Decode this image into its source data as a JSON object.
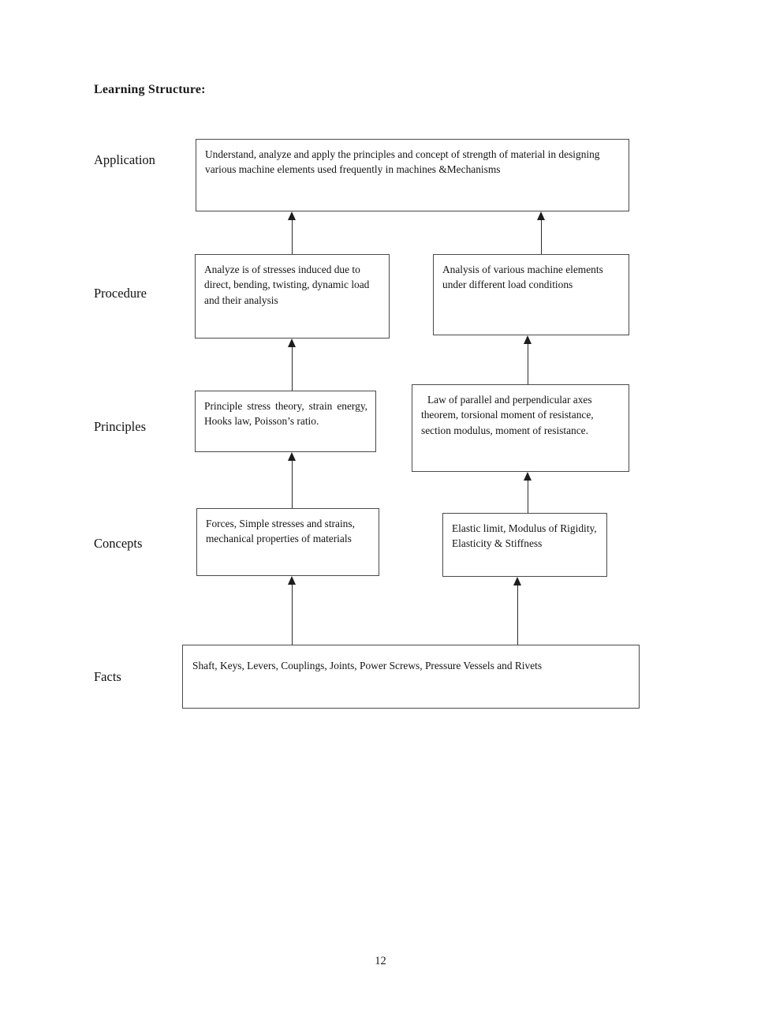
{
  "document": {
    "heading": "Learning Structure:",
    "page_number": "12"
  },
  "levels": [
    {
      "label": "Application"
    },
    {
      "label": "Procedure"
    },
    {
      "label": "Principles"
    },
    {
      "label": "Concepts"
    },
    {
      "label": "Facts"
    }
  ],
  "boxes": {
    "application": "Understand, analyze and apply the principles and concept of strength of material in designing various machine elements used frequently in machines &Mechanisms",
    "procedure_left": "Analyze is of stresses induced due to direct, bending, twisting, dynamic load and their analysis",
    "procedure_right": "Analysis of various machine elements under different load conditions",
    "principles_left": "Principle stress theory, strain energy, Hooks law, Poisson’s ratio.",
    "principles_right": "Law of parallel and perpendicular axes theorem, torsional moment of resistance, section modulus, moment of resistance.",
    "concepts_left": "Forces, Simple stresses and strains, mechanical properties of materials",
    "concepts_right": "Elastic limit, Modulus of Rigidity, Elasticity & Stiffness",
    "facts": "Shaft, Keys, Levers, Couplings, Joints, Power Screws, Pressure Vessels and Rivets"
  },
  "colors": {
    "box_border": "#4a4a4a",
    "arrow": "#1d1d1d",
    "text": "#141414",
    "background": "#ffffff"
  }
}
